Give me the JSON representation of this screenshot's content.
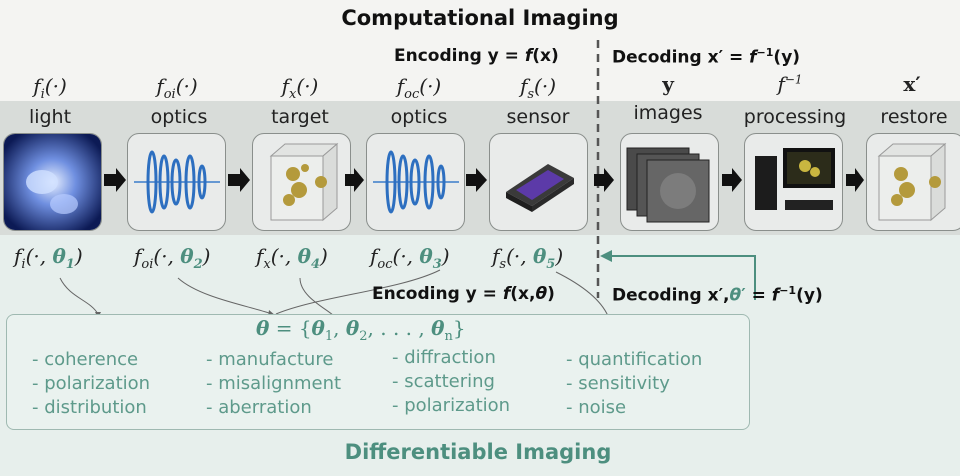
{
  "title": "Computational Imaging",
  "bottom_title": "Differentiable Imaging",
  "encoding_top": "Encoding y = f(x)",
  "decoding_top": "Decoding x′ = f⁻¹(y)",
  "encoding_mid": "Encoding y = f(x,θ)",
  "decoding_mid": "Decoding x′,θ′ = f⁻¹(y)",
  "stages": [
    {
      "fn": "fi(·)",
      "label": "light",
      "param": "fi(·,θ1)",
      "icon": "led-light-icon"
    },
    {
      "fn": "foi(·)",
      "label": "optics",
      "param": "foi(·,θ2)",
      "icon": "lens-optics-icon"
    },
    {
      "fn": "fx(·)",
      "label": "target",
      "param": "fx(·,θ4)",
      "icon": "target-cube-icon"
    },
    {
      "fn": "foc(·)",
      "label": "optics",
      "param": "foc(·,θ3)",
      "icon": "lens-optics-icon"
    },
    {
      "fn": "fs(·)",
      "label": "sensor",
      "param": "fs(·,θ5)",
      "icon": "sensor-chip-icon"
    },
    {
      "fn": "y",
      "label": "images",
      "icon": "image-stack-icon"
    },
    {
      "fn": "f−1",
      "label": "processing",
      "icon": "computer-icon"
    },
    {
      "fn": "x′",
      "label": "restore",
      "icon": "restored-cube-icon"
    }
  ],
  "theta_set": "θ = {θ1, θ2, . . . , θn}",
  "columns": [
    [
      "- coherence",
      "- polarization",
      "- distribution"
    ],
    [
      "- manufacture",
      "- misalignment",
      "- aberration"
    ],
    [
      "- diffraction",
      "- scattering",
      "- polarization"
    ],
    [
      "- quantification",
      "- sensitivity",
      "- noise"
    ]
  ],
  "colors": {
    "accent": "#4d8f7f",
    "band": "#d8dcd9",
    "panel": "#eaf2ef"
  }
}
